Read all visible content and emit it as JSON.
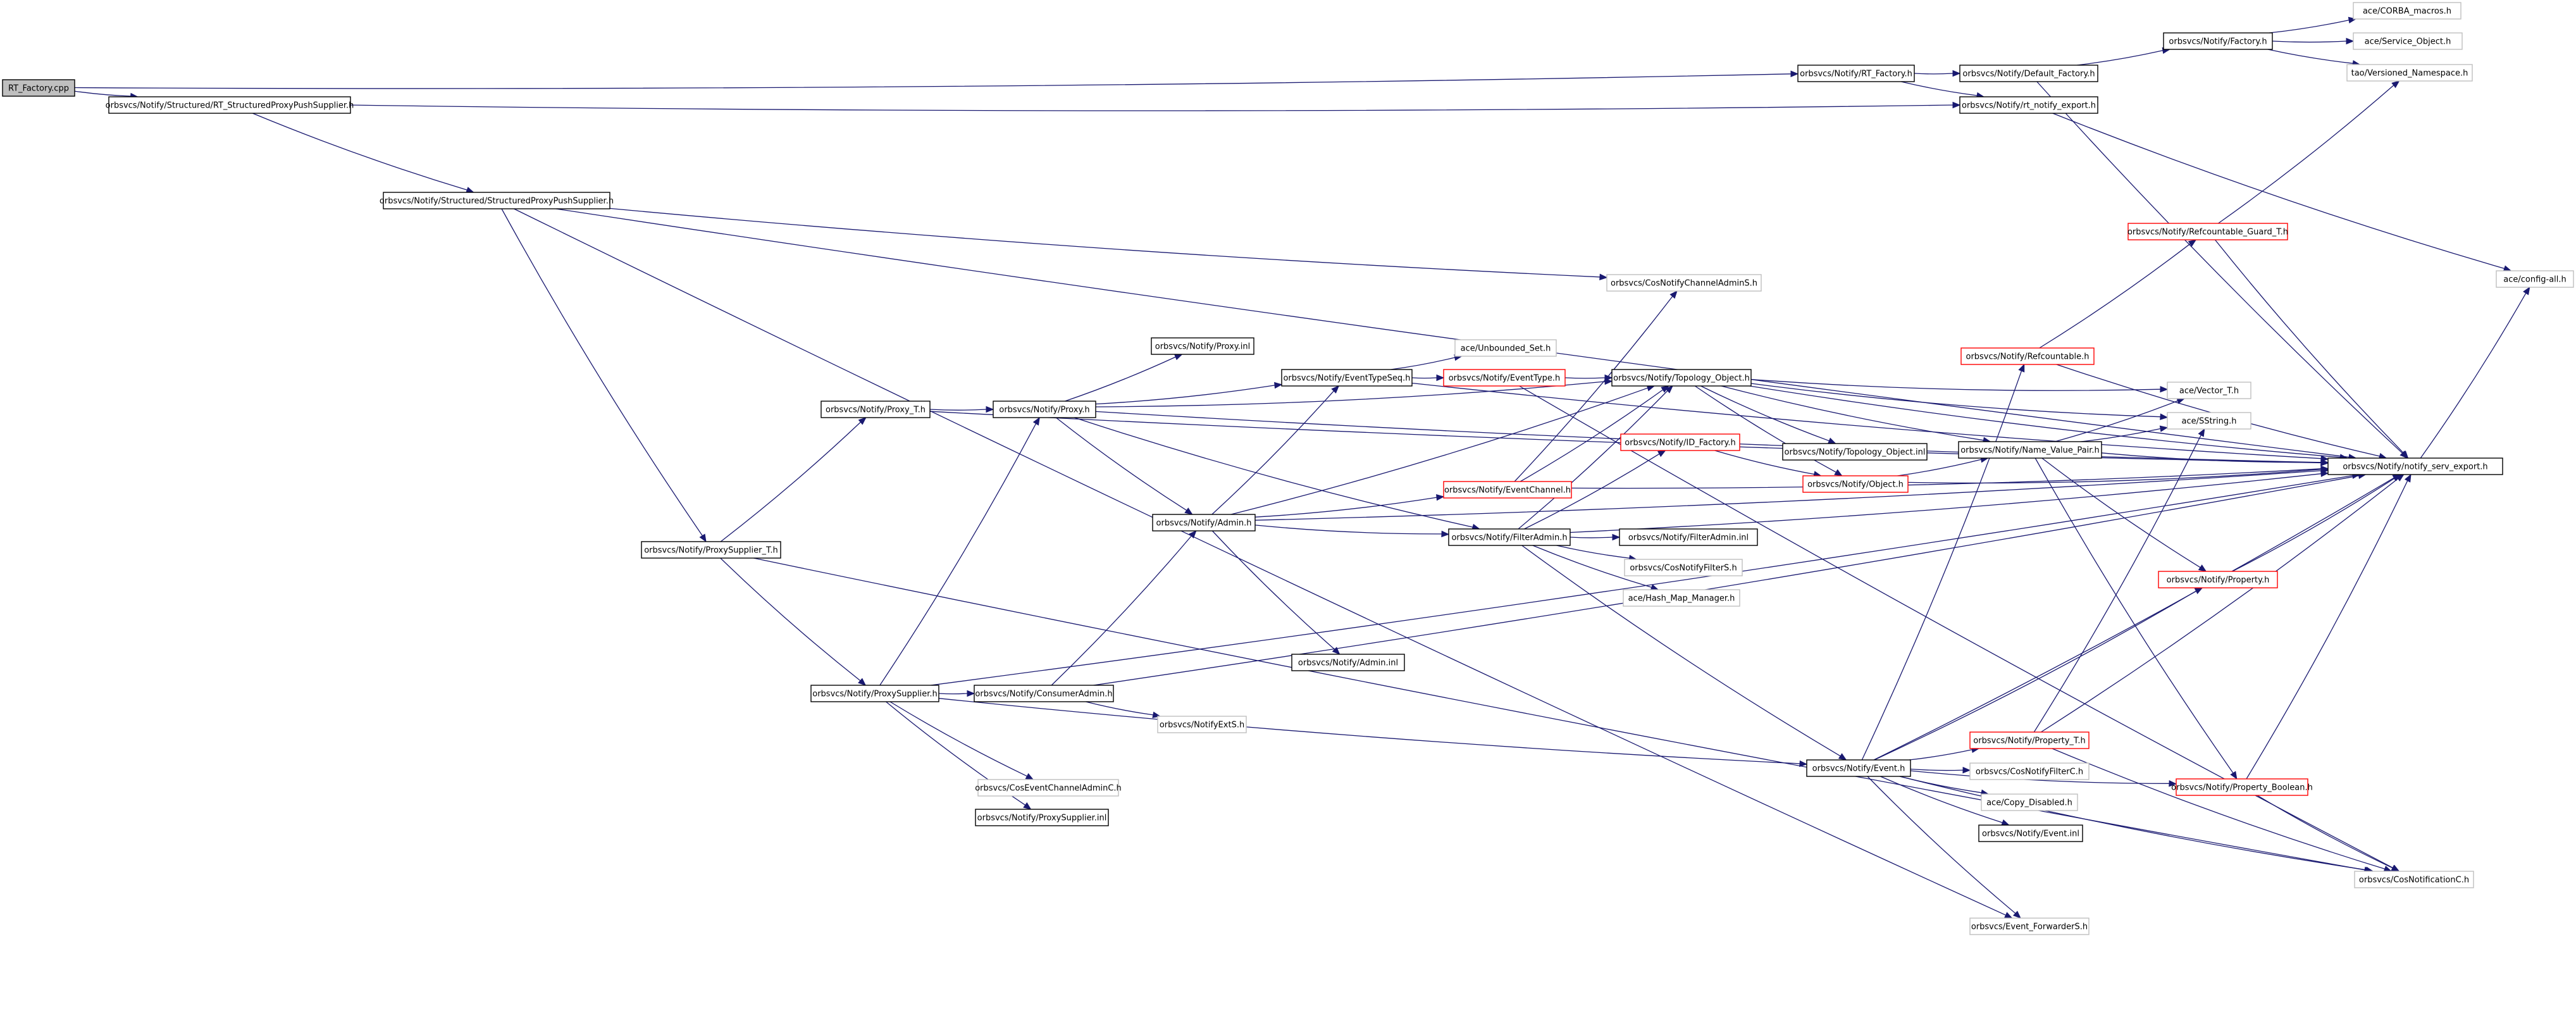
{
  "graph": {
    "colors": {
      "root_fill": "#bfbfbf",
      "root_border": "#000000",
      "node_fill": "#ffffff",
      "node_border": "#000000",
      "truncated_border": "#ff0000",
      "external_border": "#bfbfbf",
      "edge": "#191970"
    },
    "nodes": [
      {
        "id": "n0",
        "label": "RT_Factory.cpp",
        "kind": "root"
      },
      {
        "id": "n1",
        "label": "orbsvcs/Notify/Structured/RT_StructuredProxyPushSupplier.h",
        "kind": "normal"
      },
      {
        "id": "n2",
        "label": "orbsvcs/Notify/RT_Factory.h",
        "kind": "normal"
      },
      {
        "id": "n3",
        "label": "orbsvcs/Notify/Default_Factory.h",
        "kind": "normal"
      },
      {
        "id": "n4",
        "label": "orbsvcs/Notify/Factory.h",
        "kind": "normal"
      },
      {
        "id": "n5",
        "label": "ace/CORBA_macros.h",
        "kind": "external"
      },
      {
        "id": "n6",
        "label": "ace/Service_Object.h",
        "kind": "external"
      },
      {
        "id": "n7",
        "label": "tao/Versioned_Namespace.h",
        "kind": "external"
      },
      {
        "id": "n8",
        "label": "orbsvcs/Notify/rt_notify_export.h",
        "kind": "normal"
      },
      {
        "id": "n9",
        "label": "orbsvcs/Notify/Structured/StructuredProxyPushSupplier.h",
        "kind": "normal"
      },
      {
        "id": "n10",
        "label": "orbsvcs/Notify/Refcountable_Guard_T.h",
        "kind": "truncated"
      },
      {
        "id": "n11",
        "label": "ace/config-all.h",
        "kind": "external"
      },
      {
        "id": "n12",
        "label": "orbsvcs/CosNotifyChannelAdminS.h",
        "kind": "external"
      },
      {
        "id": "n13",
        "label": "orbsvcs/Notify/Proxy.inl",
        "kind": "normal"
      },
      {
        "id": "n14",
        "label": "ace/Unbounded_Set.h",
        "kind": "external"
      },
      {
        "id": "n15",
        "label": "orbsvcs/Notify/EventTypeSeq.h",
        "kind": "normal"
      },
      {
        "id": "n16",
        "label": "orbsvcs/Notify/EventType.h",
        "kind": "truncated"
      },
      {
        "id": "n17",
        "label": "orbsvcs/Notify/Refcountable.h",
        "kind": "truncated"
      },
      {
        "id": "n18",
        "label": "orbsvcs/Notify/Topology_Object.h",
        "kind": "normal"
      },
      {
        "id": "n19",
        "label": "ace/Vector_T.h",
        "kind": "external"
      },
      {
        "id": "n20",
        "label": "orbsvcs/Notify/Proxy_T.h",
        "kind": "normal"
      },
      {
        "id": "n21",
        "label": "orbsvcs/Notify/Proxy.h",
        "kind": "normal"
      },
      {
        "id": "n22",
        "label": "ace/SString.h",
        "kind": "external"
      },
      {
        "id": "n23",
        "label": "orbsvcs/Notify/Topology_Object.inl",
        "kind": "normal"
      },
      {
        "id": "n24",
        "label": "orbsvcs/Notify/ID_Factory.h",
        "kind": "truncated"
      },
      {
        "id": "n25",
        "label": "orbsvcs/Notify/Name_Value_Pair.h",
        "kind": "normal"
      },
      {
        "id": "n26",
        "label": "orbsvcs/Notify/notify_serv_export.h",
        "kind": "normal"
      },
      {
        "id": "n27",
        "label": "orbsvcs/Notify/EventChannel.h",
        "kind": "truncated"
      },
      {
        "id": "n28",
        "label": "orbsvcs/Notify/Object.h",
        "kind": "truncated"
      },
      {
        "id": "n29",
        "label": "orbsvcs/Notify/Admin.h",
        "kind": "normal"
      },
      {
        "id": "n30",
        "label": "orbsvcs/Notify/FilterAdmin.h",
        "kind": "normal"
      },
      {
        "id": "n31",
        "label": "orbsvcs/Notify/FilterAdmin.inl",
        "kind": "normal"
      },
      {
        "id": "n32",
        "label": "orbsvcs/Notify/ProxySupplier_T.h",
        "kind": "normal"
      },
      {
        "id": "n33",
        "label": "orbsvcs/CosNotifyFilterS.h",
        "kind": "external"
      },
      {
        "id": "n34",
        "label": "orbsvcs/Notify/Property.h",
        "kind": "truncated"
      },
      {
        "id": "n35",
        "label": "ace/Hash_Map_Manager.h",
        "kind": "external"
      },
      {
        "id": "n36",
        "label": "orbsvcs/Notify/Admin.inl",
        "kind": "normal"
      },
      {
        "id": "n37",
        "label": "orbsvcs/Notify/ProxySupplier.h",
        "kind": "normal"
      },
      {
        "id": "n38",
        "label": "orbsvcs/Notify/ConsumerAdmin.h",
        "kind": "normal"
      },
      {
        "id": "n39",
        "label": "orbsvcs/NotifyExtS.h",
        "kind": "external"
      },
      {
        "id": "n40",
        "label": "orbsvcs/Notify/Property_T.h",
        "kind": "truncated"
      },
      {
        "id": "n41",
        "label": "orbsvcs/Notify/Event.h",
        "kind": "normal"
      },
      {
        "id": "n42",
        "label": "orbsvcs/CosNotifyFilterC.h",
        "kind": "external"
      },
      {
        "id": "n43",
        "label": "orbsvcs/Notify/Property_Boolean.h",
        "kind": "truncated"
      },
      {
        "id": "n44",
        "label": "orbsvcs/CosEventChannelAdminC.h",
        "kind": "external"
      },
      {
        "id": "n45",
        "label": "ace/Copy_Disabled.h",
        "kind": "external"
      },
      {
        "id": "n46",
        "label": "orbsvcs/Notify/ProxySupplier.inl",
        "kind": "normal"
      },
      {
        "id": "n47",
        "label": "orbsvcs/Notify/Event.inl",
        "kind": "normal"
      },
      {
        "id": "n48",
        "label": "orbsvcs/CosNotificationC.h",
        "kind": "external"
      },
      {
        "id": "n49",
        "label": "orbsvcs/Event_ForwarderS.h",
        "kind": "external"
      }
    ]
  }
}
